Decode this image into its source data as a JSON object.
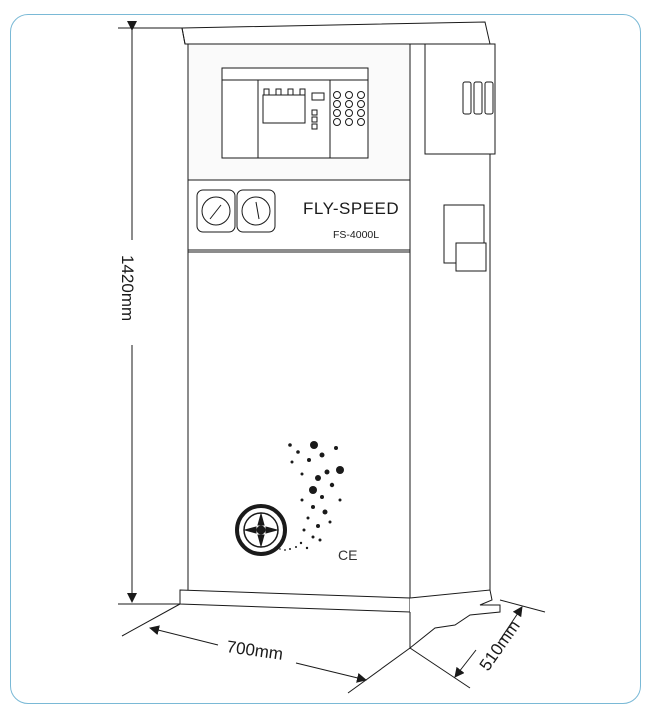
{
  "brand": {
    "name": "FLY-SPEED",
    "model": "FS-4000L",
    "mark": "CE"
  },
  "dimensions": {
    "height": "1420mm",
    "width": "700mm",
    "depth": "510mm"
  },
  "colors": {
    "frame_border": "#7ab9d6",
    "line": "#1a1a1a",
    "panel_fill": "#f4f4f4"
  }
}
